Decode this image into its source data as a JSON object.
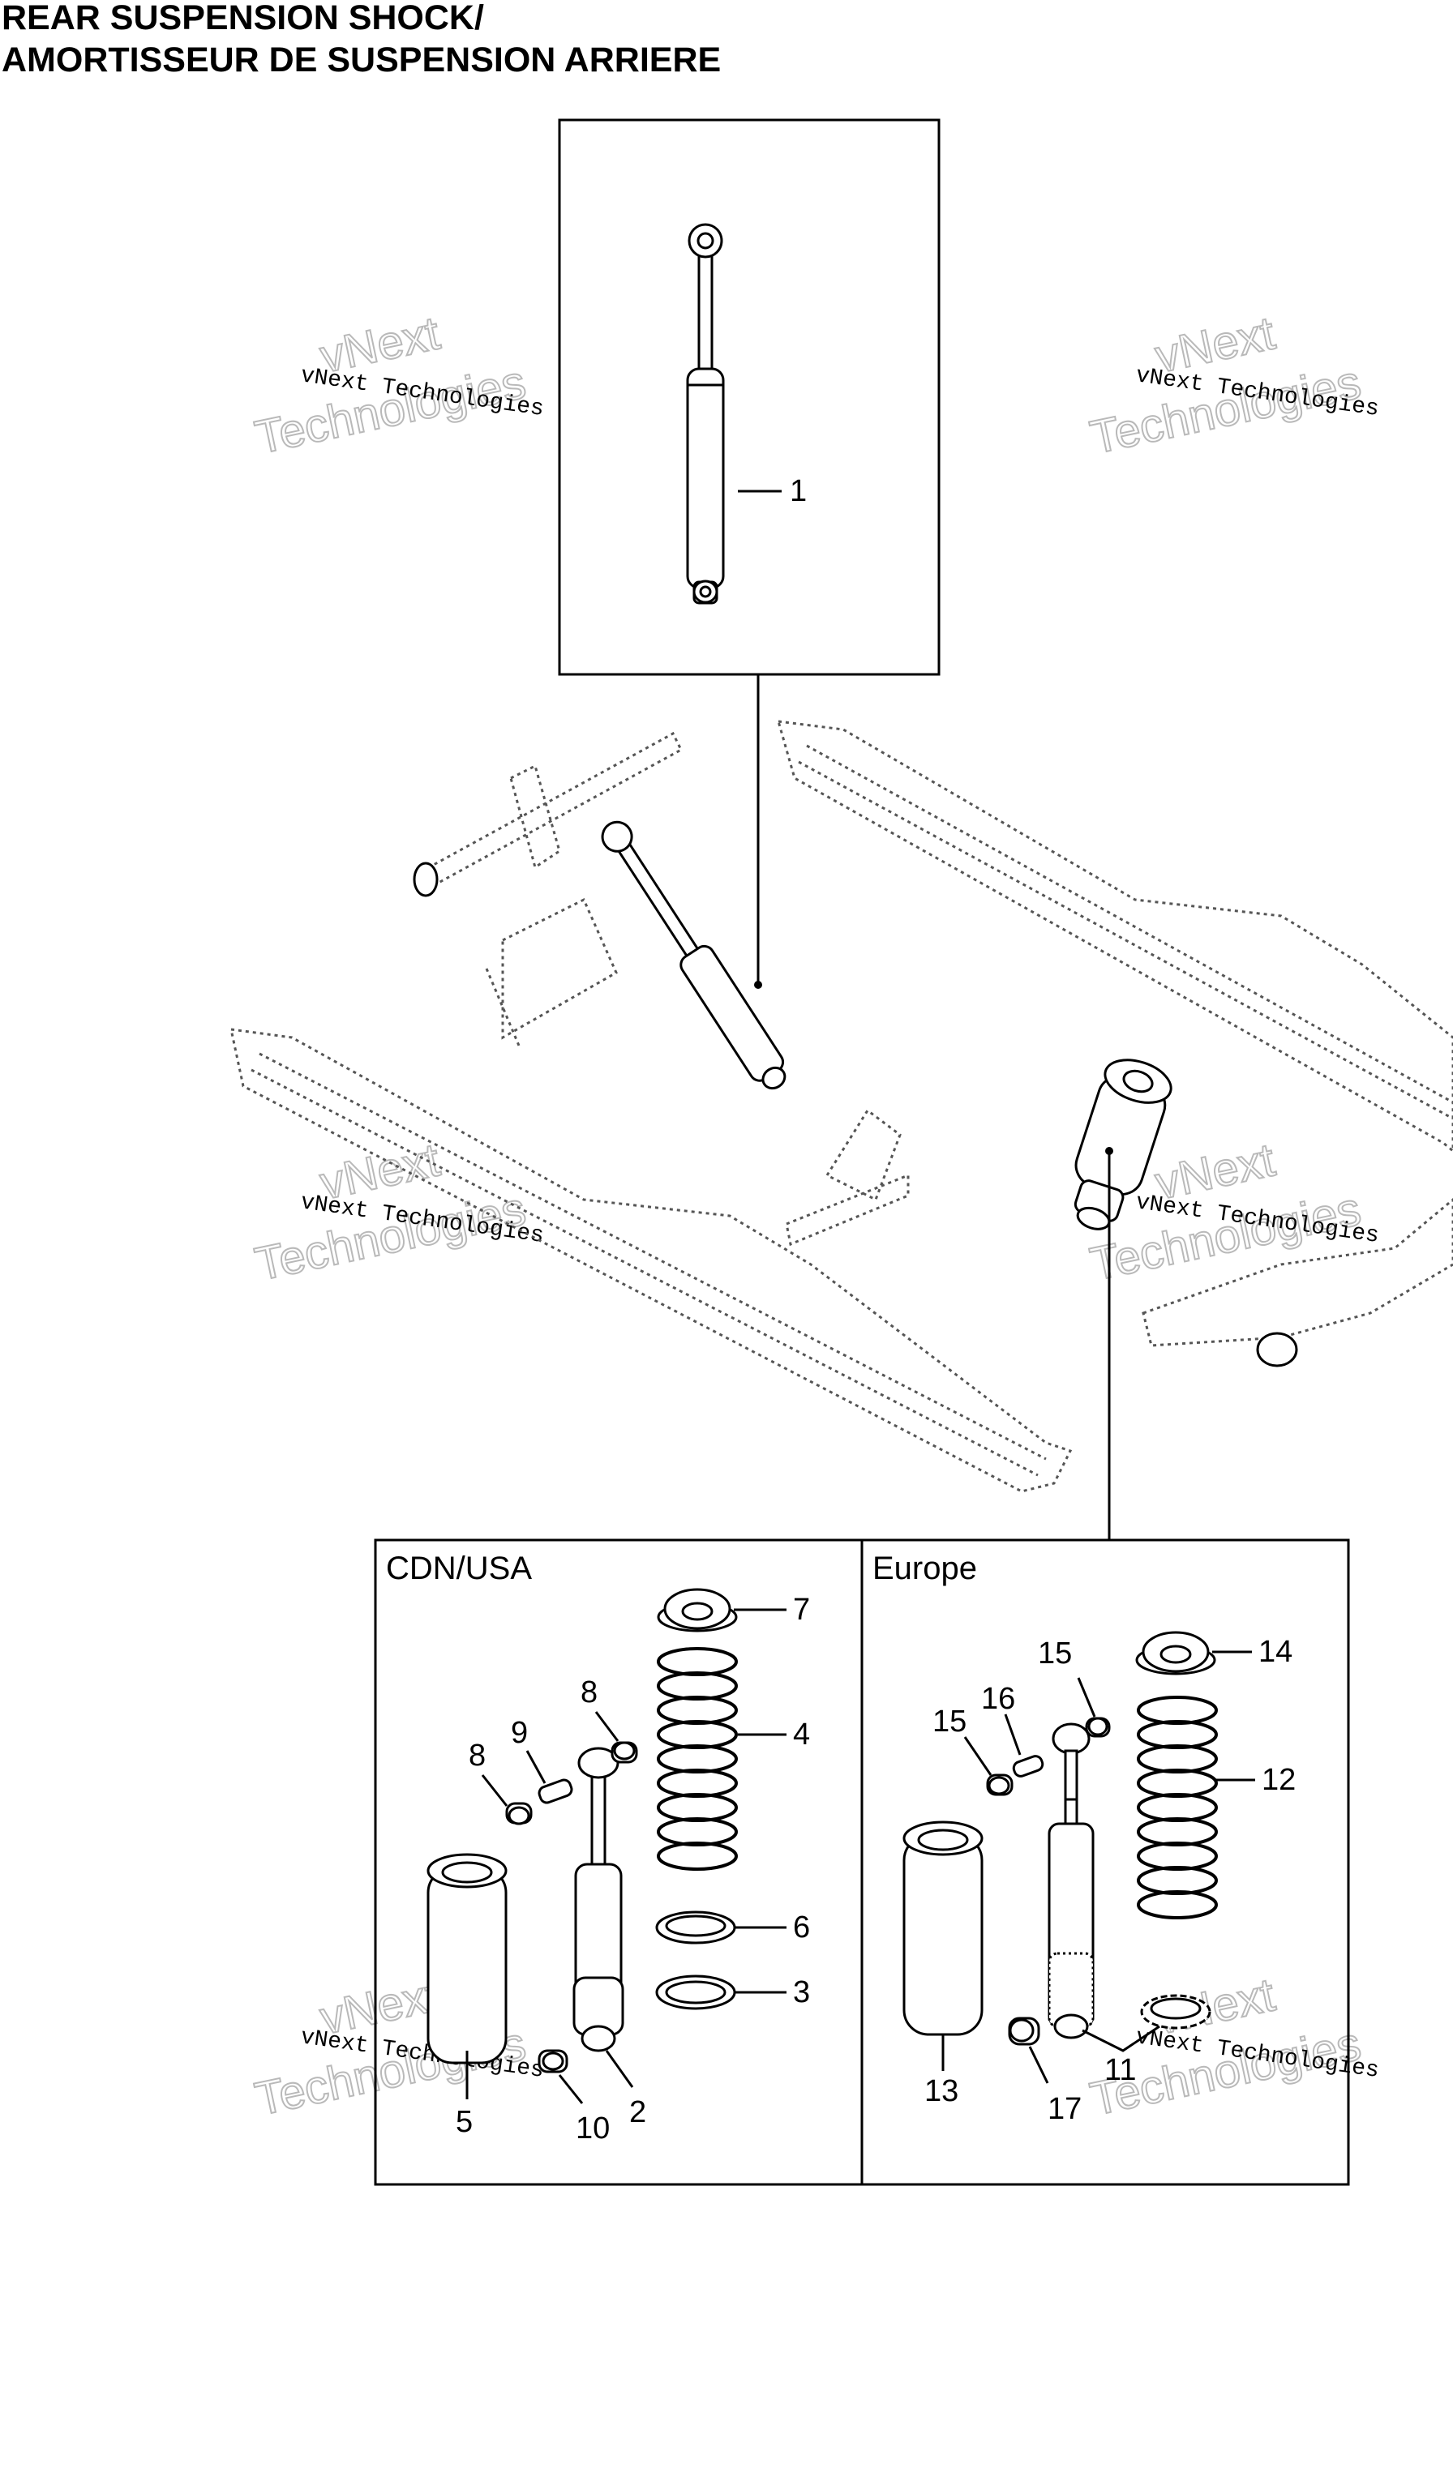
{
  "title": {
    "line1": "REAR SUSPENSION SHOCK/",
    "line2": "AMORTISSEUR DE SUSPENSION ARRIERE"
  },
  "regions": {
    "north_america": "CDN/USA",
    "europe": "Europe"
  },
  "watermark": {
    "line1": "vNext Technologies",
    "line2": "vNext",
    "line3": "Technologies"
  },
  "callouts": {
    "c1": "1",
    "c2": "2",
    "c3": "3",
    "c4": "4",
    "c5": "5",
    "c6": "6",
    "c7": "7",
    "c8a": "8",
    "c8b": "8",
    "c9": "9",
    "c10": "10",
    "c11": "11",
    "c12": "12",
    "c13": "13",
    "c14": "14",
    "c15a": "15",
    "c15b": "15",
    "c16": "16",
    "c17": "17"
  },
  "colors": {
    "line": "#000000",
    "watermark_outline": "#b9b9b9",
    "background": "#ffffff"
  }
}
